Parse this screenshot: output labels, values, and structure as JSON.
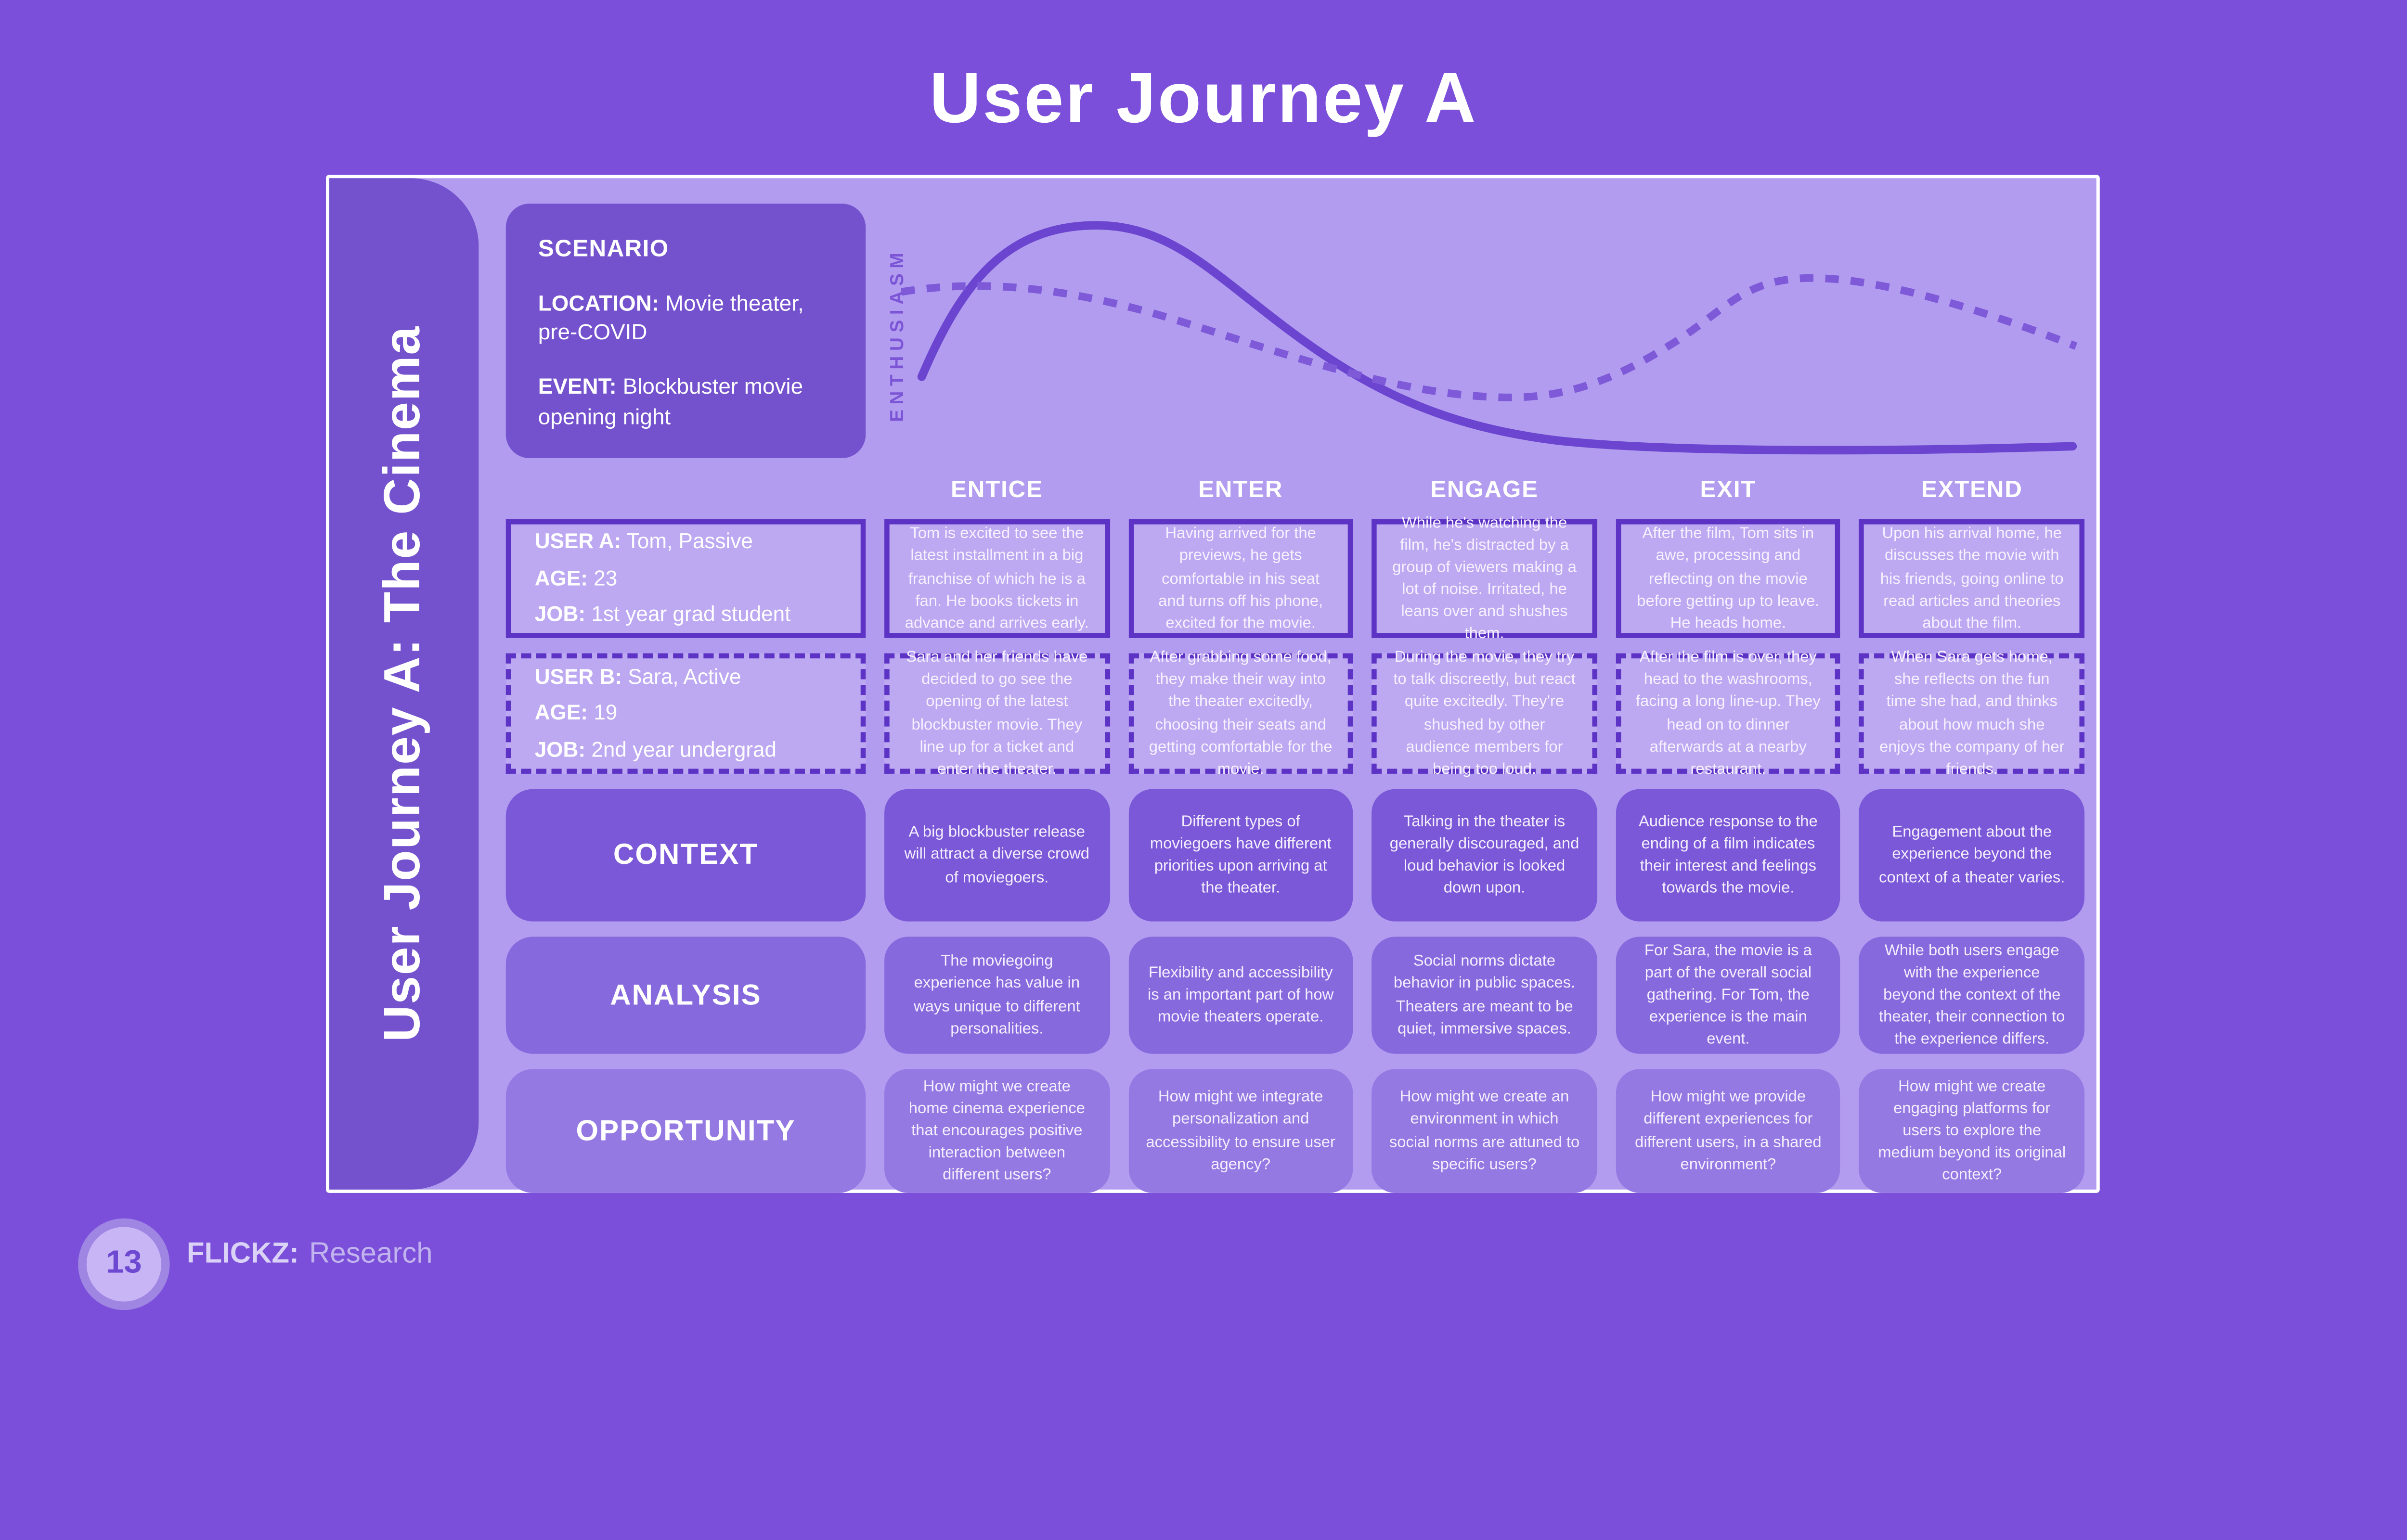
{
  "slide": {
    "title": "User Journey A"
  },
  "sidebar": {
    "title": "User Journey A: The Cinema"
  },
  "scenario": {
    "heading": "SCENARIO",
    "location_label": "LOCATION:",
    "location_value": "Movie theater, pre-COVID",
    "event_label": "EVENT:",
    "event_value": "Blockbuster movie opening night"
  },
  "stages": [
    "ENTICE",
    "ENTER",
    "ENGAGE",
    "EXIT",
    "EXTEND"
  ],
  "enthusiasm_chart": {
    "type": "line",
    "ylabel": "ENTHUSIASM",
    "x": [
      "ENTICE",
      "ENTER",
      "ENGAGE",
      "EXIT",
      "EXTEND"
    ],
    "series": [
      {
        "name": "user-a-solid",
        "style": "solid",
        "values": [
          90,
          75,
          30,
          8,
          8
        ]
      },
      {
        "name": "user-b-dashed",
        "style": "dashed",
        "values": [
          68,
          55,
          25,
          70,
          45
        ]
      }
    ],
    "ylim": [
      0,
      100
    ],
    "grid": false
  },
  "users": [
    {
      "title_label": "USER A:",
      "title_value": "Tom, Passive",
      "age_label": "AGE:",
      "age_value": "23",
      "job_label": "JOB:",
      "job_value": "1st year grad student",
      "cells": [
        "Tom is excited to see the latest installment in a big franchise of which he is a fan. He books tickets in advance and arrives early.",
        "Having arrived for the previews, he gets comfortable in his seat and turns off his phone, excited for the movie.",
        "While he's watching the film, he's distracted by a group of viewers making a lot of noise. Irritated, he leans over and shushes them.",
        "After the film, Tom sits in awe, processing and reflecting on the movie before getting up to leave. He heads home.",
        "Upon his arrival home, he discusses the movie with his friends, going online to read articles and theories about the film."
      ]
    },
    {
      "title_label": "USER B:",
      "title_value": "Sara, Active",
      "age_label": "AGE:",
      "age_value": "19",
      "job_label": "JOB:",
      "job_value": "2nd year undergrad",
      "cells": [
        "Sara and her friends have decided to go see the opening of the latest blockbuster movie. They line up for a ticket and enter the theater.",
        "After grabbing some food, they make their way into the theater excitedly, choosing their seats and getting comfortable for the movie.",
        "During the movie, they try to talk discreetly, but react quite excitedly. They're shushed by other audience members for being too loud.",
        "After the film is over, they head to the washrooms, facing a long line-up. They head on to dinner afterwards at a nearby restaurant.",
        "When Sara gets home, she reflects on the fun time she had, and thinks about how much she enjoys the company of her friends."
      ]
    }
  ],
  "rows": [
    {
      "label": "CONTEXT",
      "cells": [
        "A big blockbuster release will attract a diverse crowd of moviegoers.",
        "Different types of moviegoers have different priorities upon arriving at the theater.",
        "Talking in the theater is generally discouraged, and loud behavior is looked down upon.",
        "Audience response to the ending of a film indicates their interest and feelings towards the movie.",
        "Engagement about the experience beyond the context of a theater varies."
      ]
    },
    {
      "label": "ANALYSIS",
      "cells": [
        "The moviegoing experience has value in ways unique to different personalities.",
        "Flexibility and accessibility is an important part of how movie theaters operate.",
        "Social norms dictate behavior in public spaces. Theaters are meant to be quiet, immersive spaces.",
        "For Sara, the movie is a part of the overall social gathering. For Tom, the experience is the main event.",
        "While both users engage with the experience beyond the context of the theater, their connection to the experience differs."
      ]
    },
    {
      "label": "OPPORTUNITY",
      "cells": [
        "How might we create home cinema experience that encourages positive interaction between different users?",
        "How might we integrate personalization and accessibility to ensure user agency?",
        "How might we create an environment in which social norms are attuned to specific users?",
        "How might we provide different experiences for different users, in a shared environment?",
        "How might we create engaging platforms for users to explore the medium beyond its original context?"
      ]
    }
  ],
  "footer": {
    "page_number": "13",
    "brand": "FLICKZ:",
    "section": "Research"
  },
  "colors": {
    "page_background": "#7b4fda",
    "panel_background": "#b29cef",
    "sidebar_background": "#7452ce",
    "cell_border": "#5c33c5",
    "context_row": "#7b58d7",
    "analysis_row": "#8769de",
    "opportunity_row": "#9479e3",
    "chart_line": "#6b45cf",
    "chart_line_dashed": "#7e5ad8"
  }
}
